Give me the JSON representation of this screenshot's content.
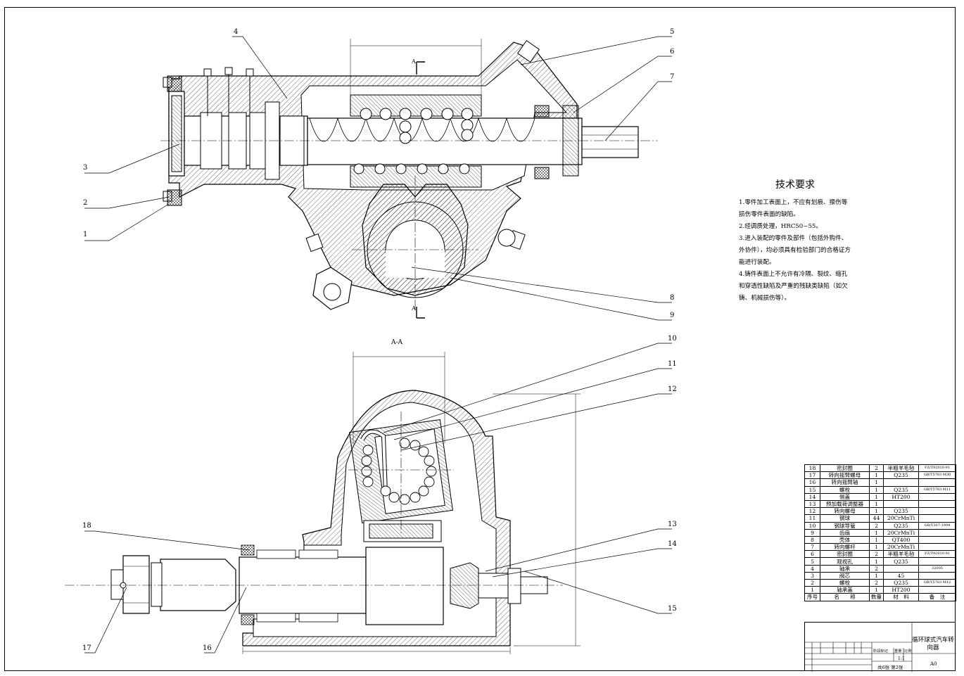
{
  "drawing": {
    "section_label": "A-A",
    "section_marker": "A"
  },
  "callouts": [
    "1",
    "2",
    "3",
    "4",
    "5",
    "6",
    "7",
    "8",
    "9",
    "10",
    "11",
    "12",
    "13",
    "14",
    "15",
    "16",
    "17",
    "18"
  ],
  "tech_requirements": {
    "title": "技术要求",
    "items": [
      "1.零件加工表面上，不应有划痕、擦伤等损伤零件表面的缺陷。",
      "2.经调质处理，HRC50~55。",
      "3.进入装配的零件及部件（包括外购件、外协件），均必须具有检验部门的合格证方能进行装配。",
      "4.铸件表面上不允许有冷隔、裂纹、缩孔和穿透性缺陷及严重的残缺类缺陷（如欠铸、机械损伤等）。"
    ]
  },
  "bom": {
    "header": [
      "序号",
      "名",
      "称",
      "数量",
      "材",
      "料",
      "备",
      "注"
    ],
    "rows": [
      {
        "no": "18",
        "name": "密封圈",
        "qty": "2",
        "mat": "半粗羊毛毡",
        "note": "FZ/T92010-91"
      },
      {
        "no": "17",
        "name": "转向摇臂螺母",
        "qty": "1",
        "mat": "Q235",
        "note": "GB/T5783 M30"
      },
      {
        "no": "16",
        "name": "转向摇臂轴",
        "qty": "1",
        "mat": "",
        "note": ""
      },
      {
        "no": "15",
        "name": "螺栓",
        "qty": "1",
        "mat": "Q235",
        "note": "GB/T5783 M11"
      },
      {
        "no": "14",
        "name": "侧盖",
        "qty": "1",
        "mat": "HT200",
        "note": ""
      },
      {
        "no": "13",
        "name": "预加载荷调整器",
        "qty": "1",
        "mat": "",
        "note": ""
      },
      {
        "no": "12",
        "name": "转向螺母",
        "qty": "1",
        "mat": "Q235",
        "note": ""
      },
      {
        "no": "11",
        "name": "钢球",
        "qty": "44",
        "mat": "20CrMnTi",
        "note": ""
      },
      {
        "no": "10",
        "name": "钢球导管",
        "qty": "2",
        "mat": "Q235",
        "note": "GB/T307-1994"
      },
      {
        "no": "9",
        "name": "齿扇",
        "qty": "1",
        "mat": "20CrMnTi",
        "note": ""
      },
      {
        "no": "8",
        "name": "壳体",
        "qty": "1",
        "mat": "QT400",
        "note": ""
      },
      {
        "no": "7",
        "name": "转向螺杆",
        "qty": "1",
        "mat": "20CrMnTi",
        "note": ""
      },
      {
        "no": "6",
        "name": "密封圈",
        "qty": "2",
        "mat": "半粗羊毛毡",
        "note": "FZ/T92010-91"
      },
      {
        "no": "5",
        "name": "观视孔",
        "qty": "1",
        "mat": "Q235",
        "note": ""
      },
      {
        "no": "4",
        "name": "轴承",
        "qty": "2",
        "mat": "",
        "note": "32005"
      },
      {
        "no": "3",
        "name": "阀芯",
        "qty": "1",
        "mat": "45",
        "note": ""
      },
      {
        "no": "2",
        "name": "螺栓",
        "qty": "2",
        "mat": "Q235",
        "note": "GB/T5783 M12"
      },
      {
        "no": "1",
        "name": "轴承盖",
        "qty": "1",
        "mat": "HT200",
        "note": ""
      }
    ]
  },
  "title_block": {
    "drawing_name": "循环球式汽车转向器",
    "labels": [
      "阶段标记",
      "重量",
      "比例"
    ],
    "scale": "1:1",
    "sheet": "共6张 第2张",
    "code": "A0"
  }
}
